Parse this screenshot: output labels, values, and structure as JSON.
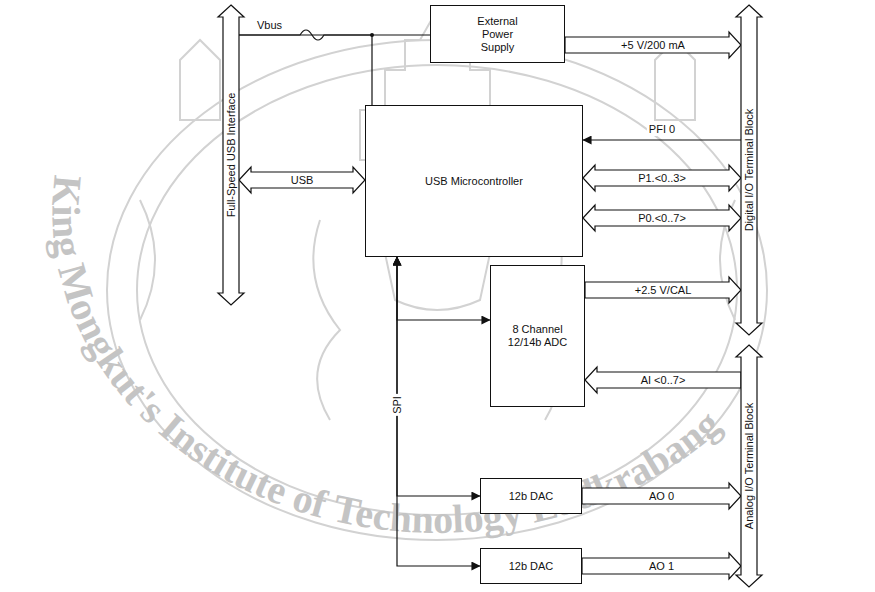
{
  "diagram": {
    "nodes": [
      {
        "text": [
          "Full-Speed USB Interface"
        ]
      },
      {
        "text": [
          "External Power Supply"
        ]
      },
      {
        "text": [
          "USB Microcontroller"
        ]
      },
      {
        "text": [
          "8 Channel 12/14b ADC"
        ]
      },
      {
        "text": [
          "12b DAC"
        ]
      },
      {
        "text": [
          "12b DAC"
        ]
      },
      {
        "text": [
          "Digital I/O Terminal Block"
        ]
      },
      {
        "text": [
          "Analog I/O Terminal Block"
        ]
      }
    ],
    "edges": [
      {
        "from": 0,
        "to": 2,
        "label": "USB",
        "arrow": "both"
      },
      {
        "from": 0,
        "to": 1,
        "label": "Vbus",
        "arrow": "none"
      },
      {
        "from": 0,
        "to": 2,
        "arrow": "none"
      },
      {
        "from": 1,
        "to": 6,
        "label": "+5 V/200 mA",
        "arrow": "to"
      },
      {
        "from": 6,
        "to": 2,
        "label": "PFI 0",
        "arrow": "to"
      },
      {
        "from": 2,
        "to": 6,
        "label": "P1.<0..3>",
        "arrow": "both"
      },
      {
        "from": 2,
        "to": 6,
        "label": "P0.<0..7>",
        "arrow": "both"
      },
      {
        "from": 3,
        "to": 6,
        "label": "+2.5 V/CAL",
        "arrow": "to"
      },
      {
        "from": 7,
        "to": 3,
        "label": "AI <0..7>",
        "arrow": "to"
      },
      {
        "from": 4,
        "to": 7,
        "label": "AO 0",
        "arrow": "to"
      },
      {
        "from": 5,
        "to": 7,
        "label": "AO 1",
        "arrow": "to"
      },
      {
        "from": 2,
        "to": 3,
        "label": "SPI",
        "arrow": "both"
      },
      {
        "from": 2,
        "to": 4,
        "arrow": "both"
      },
      {
        "from": 2,
        "to": 5,
        "arrow": "both"
      }
    ],
    "labels": [
      "King Mongkut's Institute of Technology Ladkrabang"
    ]
  }
}
